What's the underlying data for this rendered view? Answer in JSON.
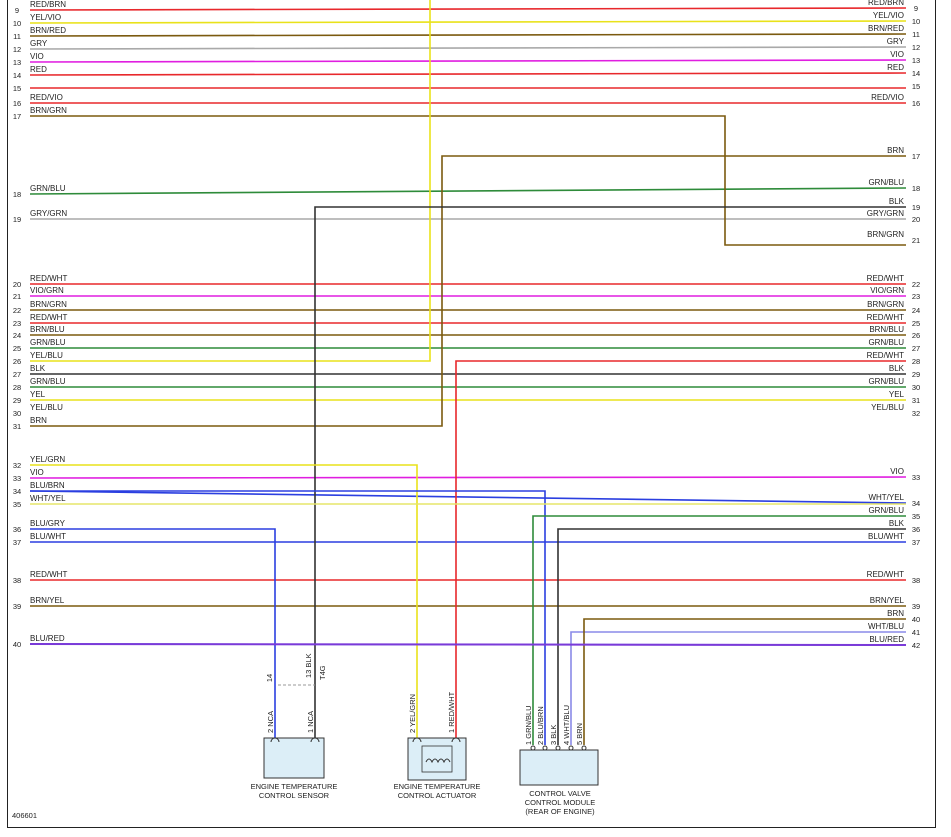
{
  "colors": {
    "RED": "#e8282c",
    "YEL": "#e9e21a",
    "VIO": "#e01ee0",
    "GRY": "#a9a9a9",
    "BRN": "#7b5a0f",
    "GRN": "#2e8b3a",
    "BLU": "#2b3fe0",
    "BLK": "#333333",
    "WHT": "#cccccc",
    "ORG": "#f08a1c"
  },
  "left_wires": [
    {
      "pin": "9",
      "label": "RED/BRN",
      "color": "RED/BRN"
    },
    {
      "pin": "10",
      "label": "YEL/VIO",
      "color": "YEL/VIO"
    },
    {
      "pin": "11",
      "label": "BRN/RED",
      "color": "BRN/RED"
    },
    {
      "pin": "12",
      "label": "GRY",
      "color": "GRY"
    },
    {
      "pin": "13",
      "label": "VIO",
      "color": "VIO"
    },
    {
      "pin": "14",
      "label": "RED",
      "color": "RED"
    },
    {
      "pin": "16",
      "label": "RED/VIO",
      "color": "RED/VIO"
    },
    {
      "pin": "17",
      "label": "BRN/GRN",
      "color": "BRN/GRN"
    },
    {
      "pin": "18",
      "label": "GRN/BLU",
      "color": "GRN/BLU"
    },
    {
      "pin": "19",
      "label": "GRY/GRN",
      "color": "GRY/GRN"
    },
    {
      "pin": "20",
      "label": "RED/WHT",
      "color": "RED/WHT"
    },
    {
      "pin": "21",
      "label": "VIO/GRN",
      "color": "VIO/GRN"
    },
    {
      "pin": "22",
      "label": "BRN/GRN",
      "color": "BRN/GRN"
    },
    {
      "pin": "23",
      "label": "RED/WHT",
      "color": "RED/WHT"
    },
    {
      "pin": "24",
      "label": "BRN/BLU",
      "color": "BRN/BLU"
    },
    {
      "pin": "25",
      "label": "GRN/BLU",
      "color": "GRN/BLU"
    },
    {
      "pin": "26",
      "label": "YEL/BLU",
      "color": "YEL/BLU"
    },
    {
      "pin": "27",
      "label": "BLK",
      "color": "BLK"
    },
    {
      "pin": "28",
      "label": "GRN/BLU",
      "color": "GRN/BLU"
    },
    {
      "pin": "29",
      "label": "YEL",
      "color": "YEL"
    },
    {
      "pin": "30",
      "label": "YEL/BLU",
      "color": "YEL/BLU"
    },
    {
      "pin": "31",
      "label": "BRN",
      "color": "BRN"
    },
    {
      "pin": "32",
      "label": "YEL/GRN",
      "color": "YEL/GRN"
    },
    {
      "pin": "33",
      "label": "VIO",
      "color": "VIO"
    },
    {
      "pin": "34",
      "label": "BLU/BRN",
      "color": "BLU/BRN"
    },
    {
      "pin": "35",
      "label": "WHT/YEL",
      "color": "WHT/YEL"
    },
    {
      "pin": "36",
      "label": "BLU/GRY",
      "color": "BLU/GRY"
    },
    {
      "pin": "37",
      "label": "BLU/WHT",
      "color": "BLU/WHT"
    },
    {
      "pin": "38",
      "label": "RED/WHT",
      "color": "RED/WHT"
    },
    {
      "pin": "39",
      "label": "BRN/YEL",
      "color": "BRN/YEL"
    },
    {
      "pin": "40",
      "label": "BLU/RED",
      "color": "BLU/RED"
    }
  ],
  "right_wires": [
    {
      "pin": "9",
      "label": "RED/BRN"
    },
    {
      "pin": "10",
      "label": "YEL/VIO"
    },
    {
      "pin": "11",
      "label": "BRN/RED"
    },
    {
      "pin": "12",
      "label": "GRY"
    },
    {
      "pin": "13",
      "label": "VIO"
    },
    {
      "pin": "14",
      "label": "RED"
    },
    {
      "pin": "15",
      "label": ""
    },
    {
      "pin": "16",
      "label": "RED/VIO"
    },
    {
      "pin": "17",
      "label": "BRN"
    },
    {
      "pin": "18",
      "label": "GRN/BLU"
    },
    {
      "pin": "19",
      "label": "BLK"
    },
    {
      "pin": "20",
      "label": "GRY/GRN"
    },
    {
      "pin": "21",
      "label": "BRN/GRN"
    },
    {
      "pin": "22",
      "label": "RED/WHT"
    },
    {
      "pin": "23",
      "label": "VIO/GRN"
    },
    {
      "pin": "24",
      "label": "BRN/GRN"
    },
    {
      "pin": "25",
      "label": "RED/WHT"
    },
    {
      "pin": "26",
      "label": "BRN/BLU"
    },
    {
      "pin": "27",
      "label": "GRN/BLU"
    },
    {
      "pin": "28",
      "label": "RED/WHT"
    },
    {
      "pin": "29",
      "label": "BLK"
    },
    {
      "pin": "30",
      "label": "GRN/BLU"
    },
    {
      "pin": "31",
      "label": "YEL"
    },
    {
      "pin": "32",
      "label": "YEL/BLU"
    },
    {
      "pin": "33",
      "label": "VIO"
    },
    {
      "pin": "34",
      "label": "WHT/YEL"
    },
    {
      "pin": "35",
      "label": "GRN/BLU"
    },
    {
      "pin": "36",
      "label": "BLK"
    },
    {
      "pin": "37",
      "label": "BLU/WHT"
    },
    {
      "pin": "38",
      "label": "RED/WHT"
    },
    {
      "pin": "39",
      "label": "BRN/YEL"
    },
    {
      "pin": "40",
      "label": "BRN"
    },
    {
      "pin": "41",
      "label": "WHT/BLU"
    },
    {
      "pin": "42",
      "label": "BLU/RED"
    }
  ],
  "left_pin_15": "15",
  "components": {
    "sensor": {
      "title": [
        "ENGINE TEMPERATURE",
        "CONTROL SENSOR"
      ],
      "pins": [
        {
          "num": "2",
          "name": "NCA"
        },
        {
          "num": "1",
          "name": "NCA"
        }
      ],
      "wire_labels": [
        {
          "num": "14",
          "name": ""
        },
        {
          "num": "13",
          "name": "BLK"
        }
      ],
      "splice": "T4G"
    },
    "actuator": {
      "title": [
        "ENGINE TEMPERATURE",
        "CONTROL ACTUATOR"
      ],
      "pins": [
        {
          "num": "2",
          "name": "YEL/GRN"
        },
        {
          "num": "1",
          "name": "RED/WHT"
        }
      ]
    },
    "module": {
      "title": [
        "CONTROL VALVE",
        "CONTROL MODULE",
        "(REAR OF ENGINE)"
      ],
      "pins": [
        {
          "num": "1",
          "name": "GRN/BLU"
        },
        {
          "num": "2",
          "name": "BLU/BRN"
        },
        {
          "num": "3",
          "name": "BLK"
        },
        {
          "num": "4",
          "name": "WHT/BLU"
        },
        {
          "num": "5",
          "name": "BRN"
        }
      ]
    }
  },
  "figure_id": "406601"
}
